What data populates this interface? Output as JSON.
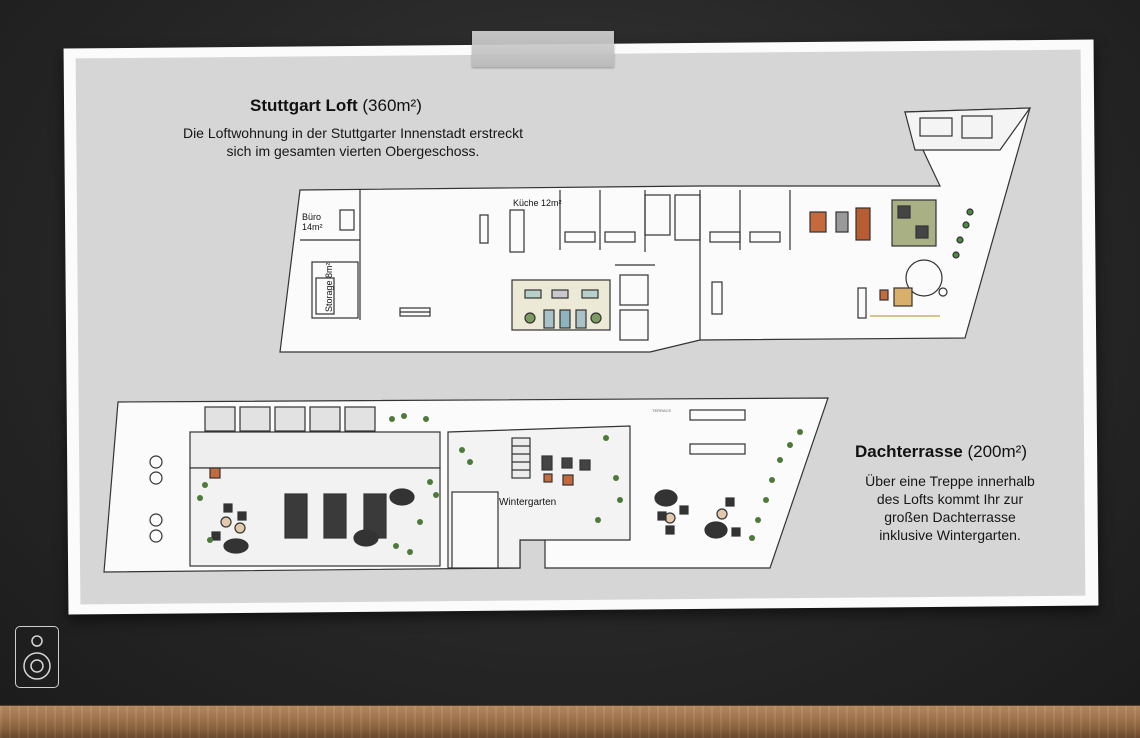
{
  "loft": {
    "title_bold": "Stuttgart Loft",
    "title_size": "(360m²)",
    "desc_line1": "Die Loftwohnung in der Stuttgarter Innenstadt erstreckt",
    "desc_line2": "sich im gesamten vierten Obergeschoss.",
    "rooms": {
      "buero": "Büro",
      "buero_size": "14m²",
      "kueche": "Küche 12m²",
      "storage": "Storage",
      "storage_size": "8m²"
    }
  },
  "terrace": {
    "title_bold": "Dachterrasse",
    "title_size": "(200m²)",
    "desc_line1": "Über eine Treppe innerhalb",
    "desc_line2": "des Lofts kommt Ihr zur",
    "desc_line3": "großen Dachterrasse",
    "desc_line4": "inklusive Wintergarten.",
    "rooms": {
      "wintergarten": "Wintergarten",
      "terrace_small": "TERRACE"
    }
  },
  "icons": {
    "speaker": "speaker-icon"
  }
}
